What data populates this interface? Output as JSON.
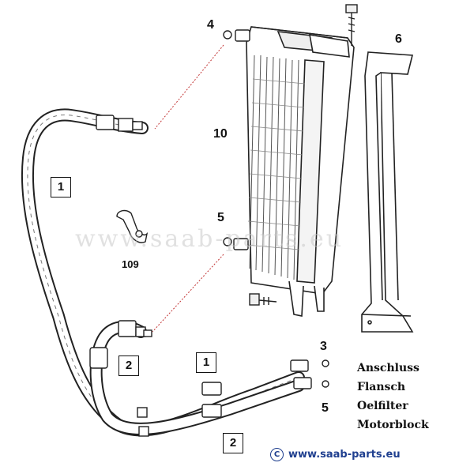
{
  "callouts": {
    "c4": "4",
    "c6": "6",
    "c10": "10",
    "c5_top": "5",
    "c109": "109",
    "c3": "3",
    "c5_bottom": "5"
  },
  "boxed_labels": {
    "left_hose": "1",
    "mid_hose": "2",
    "lower_hose_1": "1",
    "lower_hose_2": "2"
  },
  "notes": [
    "Anschluss",
    "Flansch",
    "Oelfilter",
    "Motorblock"
  ],
  "watermark": "www.saab-parts.eu",
  "copyright": {
    "symbol": "C",
    "text": "www.saab-parts.eu",
    "color": "#1f3f8f"
  }
}
